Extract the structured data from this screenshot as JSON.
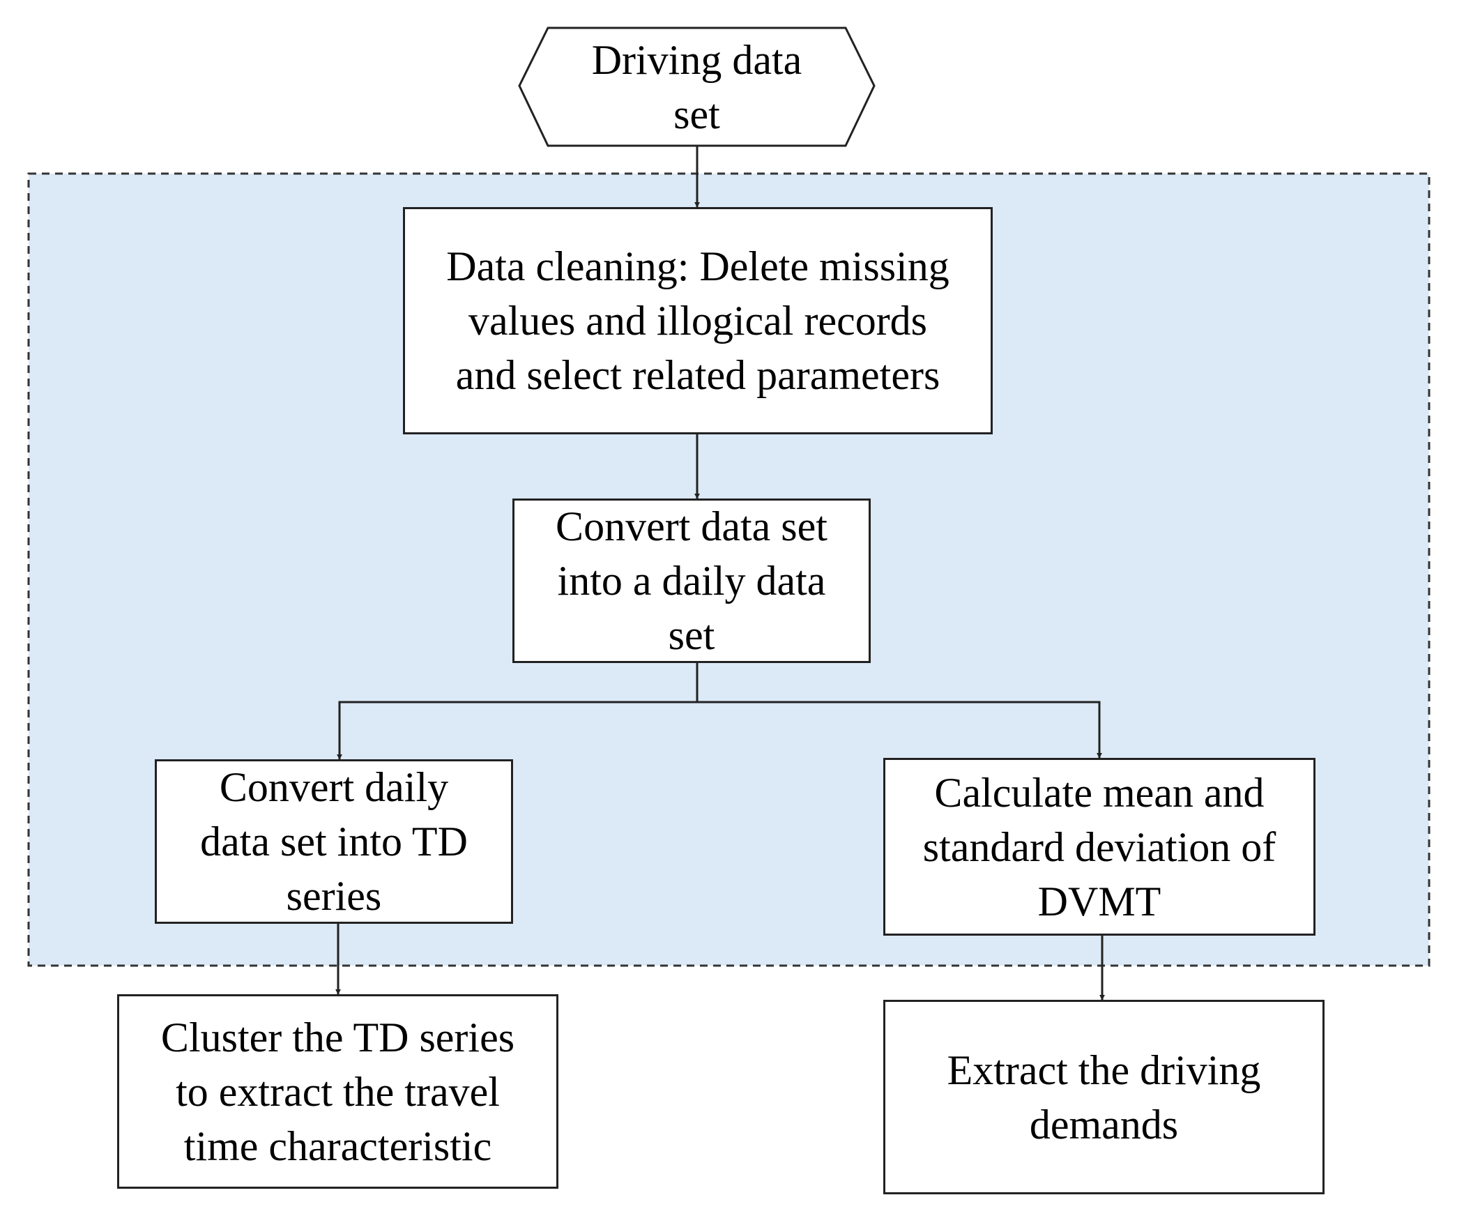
{
  "colors": {
    "region_fill": "#dce9f6",
    "region_border": "#333333",
    "stroke": "#222222",
    "text": "#000000",
    "box_fill": "#ffffff"
  },
  "nodes": {
    "start": {
      "label": "Driving data\nset",
      "shape": "hexagon"
    },
    "cleaning": {
      "label": "Data cleaning: Delete missing\nvalues and illogical records\nand select related parameters",
      "shape": "rectangle"
    },
    "daily": {
      "label": "Convert data set\ninto a daily data\nset",
      "shape": "rectangle"
    },
    "td_series": {
      "label": "Convert daily\ndata set into TD\nseries",
      "shape": "rectangle"
    },
    "dvmt": {
      "label": "Calculate mean and\nstandard deviation of\nDVMT",
      "shape": "rectangle"
    },
    "cluster": {
      "label": "Cluster the TD series\nto extract the travel\ntime characteristic",
      "shape": "rectangle"
    },
    "demands": {
      "label": "Extract the driving\ndemands",
      "shape": "rectangle"
    }
  },
  "edges": [
    {
      "from": "start",
      "to": "cleaning"
    },
    {
      "from": "cleaning",
      "to": "daily"
    },
    {
      "from": "daily",
      "to": "td_series"
    },
    {
      "from": "daily",
      "to": "dvmt"
    },
    {
      "from": "td_series",
      "to": "cluster"
    },
    {
      "from": "dvmt",
      "to": "demands"
    }
  ],
  "region": {
    "style": "dashed",
    "contains": [
      "cleaning",
      "daily",
      "td_series",
      "dvmt"
    ]
  }
}
